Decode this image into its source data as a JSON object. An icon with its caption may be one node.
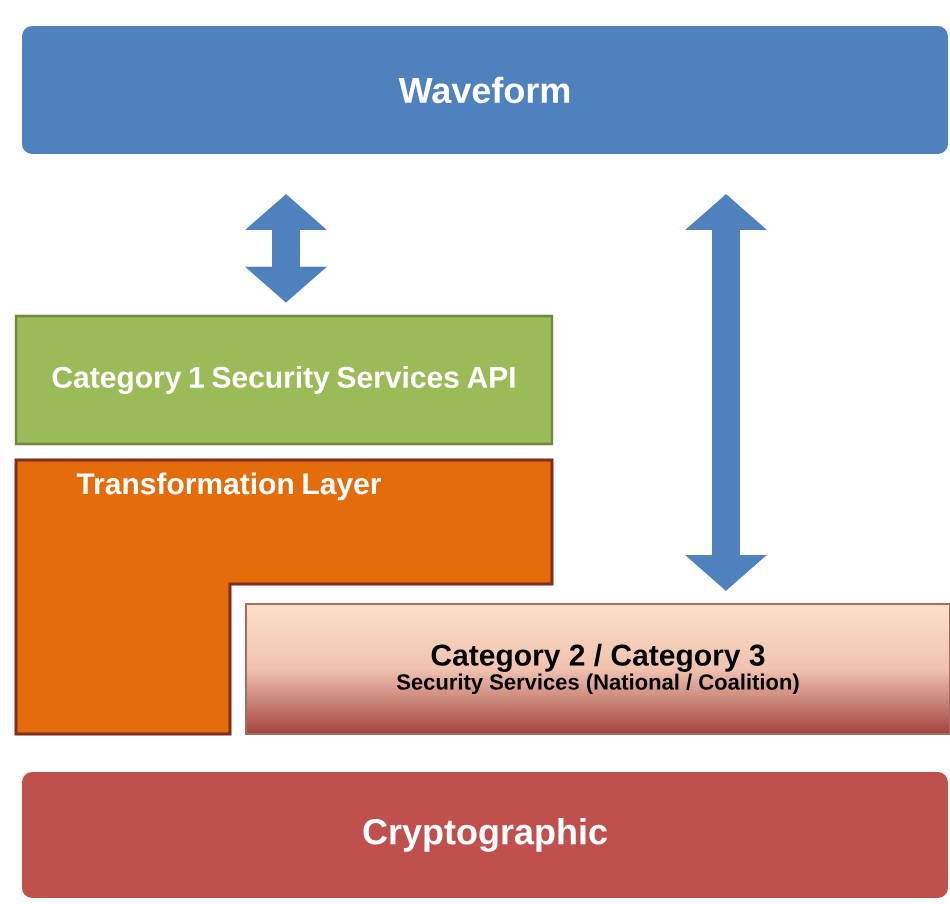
{
  "diagram": {
    "nodes": [
      {
        "text": [
          "Waveform"
        ]
      },
      {
        "text": [
          "Category 1 Security Services API"
        ]
      },
      {
        "text": [
          "Transformation Layer"
        ]
      },
      {
        "text": [
          "Category 2 / Category 3",
          "Security Services (National / Coalition)"
        ]
      },
      {
        "text": [
          "Cryptographic"
        ]
      }
    ],
    "edges": [
      {
        "from": 0,
        "to": 1,
        "arrow": "both"
      },
      {
        "from": 0,
        "to": 3,
        "arrow": "both"
      }
    ]
  }
}
